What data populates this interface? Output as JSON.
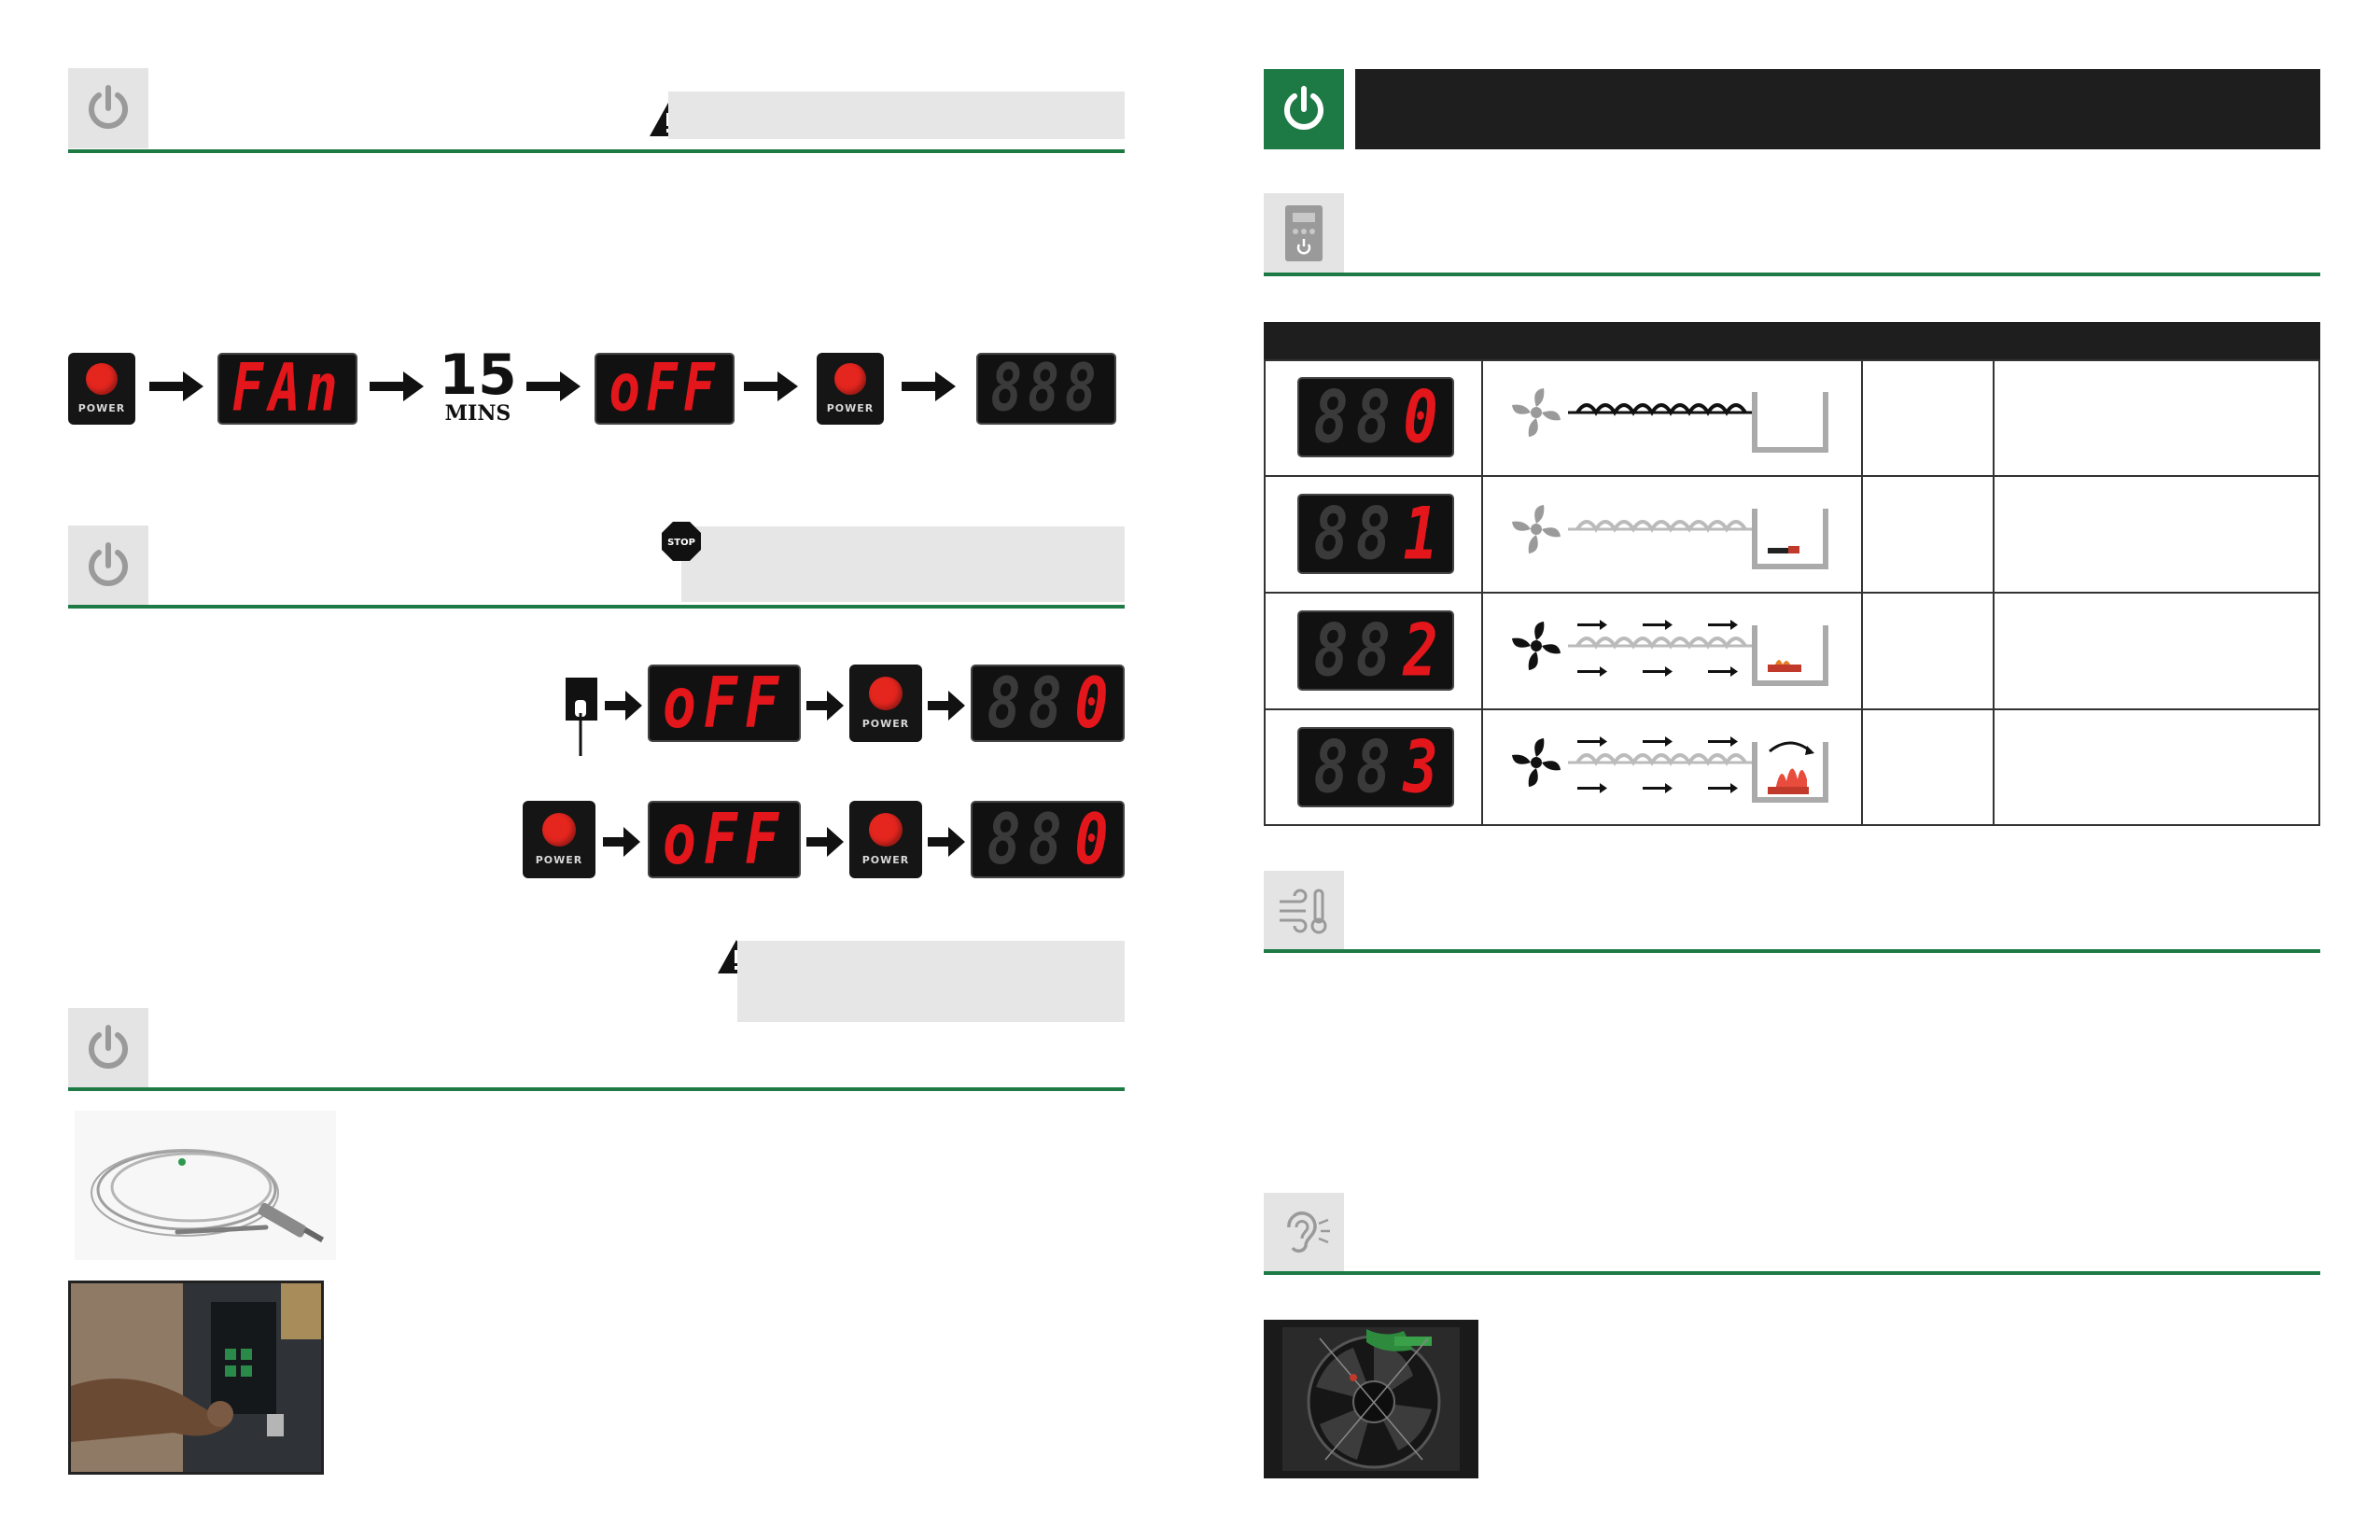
{
  "icons": {
    "power": "power-icon",
    "controller": "controller-icon",
    "temp": "temperature-wind-icon",
    "ear": "ear-icon",
    "warning": "warning-icon",
    "stop": "stop-sign-icon"
  },
  "colors": {
    "green": "#1e7a45",
    "red_led": "#e3161b",
    "dark": "#1e1e1e",
    "gray_bar": "#e6e6e6"
  },
  "sequence1": {
    "button_label": "POWER",
    "display1": "FAn",
    "timer_value": "15",
    "timer_unit": "MINS",
    "display2": "oFF",
    "button2_label": "POWER",
    "display3": "888"
  },
  "sequence2": {
    "display1": "oFF",
    "button_label": "POWER",
    "display2_prefix": "88",
    "display2_value": "0"
  },
  "sequence3": {
    "button1_label": "POWER",
    "display1": "oFF",
    "button2_label": "POWER",
    "display2_prefix": "88",
    "display2_value": "0"
  },
  "stop_label": "STOP",
  "settings_table": {
    "rows": [
      {
        "prefix": "88",
        "value": "0",
        "fan": "fan-off",
        "fire": "none"
      },
      {
        "prefix": "88",
        "value": "1",
        "fan": "fan-off",
        "fire": "smolder"
      },
      {
        "prefix": "88",
        "value": "2",
        "fan": "fan-on",
        "fire": "low"
      },
      {
        "prefix": "88",
        "value": "3",
        "fan": "fan-on",
        "fire": "high"
      }
    ]
  }
}
